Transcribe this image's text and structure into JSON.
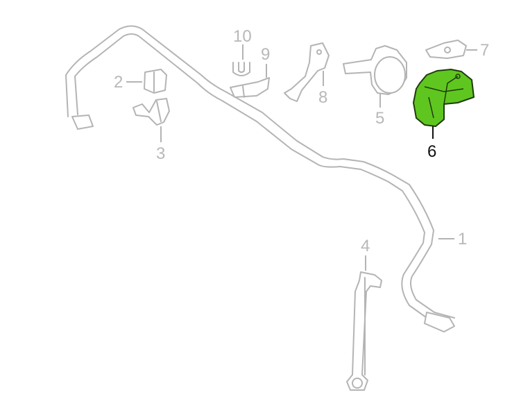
{
  "callouts": [
    {
      "id": "1",
      "label": "1",
      "highlighted": false
    },
    {
      "id": "2",
      "label": "2",
      "highlighted": false
    },
    {
      "id": "3",
      "label": "3",
      "highlighted": false
    },
    {
      "id": "4",
      "label": "4",
      "highlighted": false
    },
    {
      "id": "5",
      "label": "5",
      "highlighted": false
    },
    {
      "id": "6",
      "label": "6",
      "highlighted": true
    },
    {
      "id": "7",
      "label": "7",
      "highlighted": false
    },
    {
      "id": "8",
      "label": "8",
      "highlighted": false
    },
    {
      "id": "9",
      "label": "9",
      "highlighted": false
    },
    {
      "id": "10",
      "label": "10",
      "highlighted": false
    }
  ],
  "colors": {
    "line_art": "#b4b4b4",
    "highlight_fill": "#5fc61f",
    "highlight_stroke": "#1e3a0c",
    "active_label": "#111111"
  }
}
